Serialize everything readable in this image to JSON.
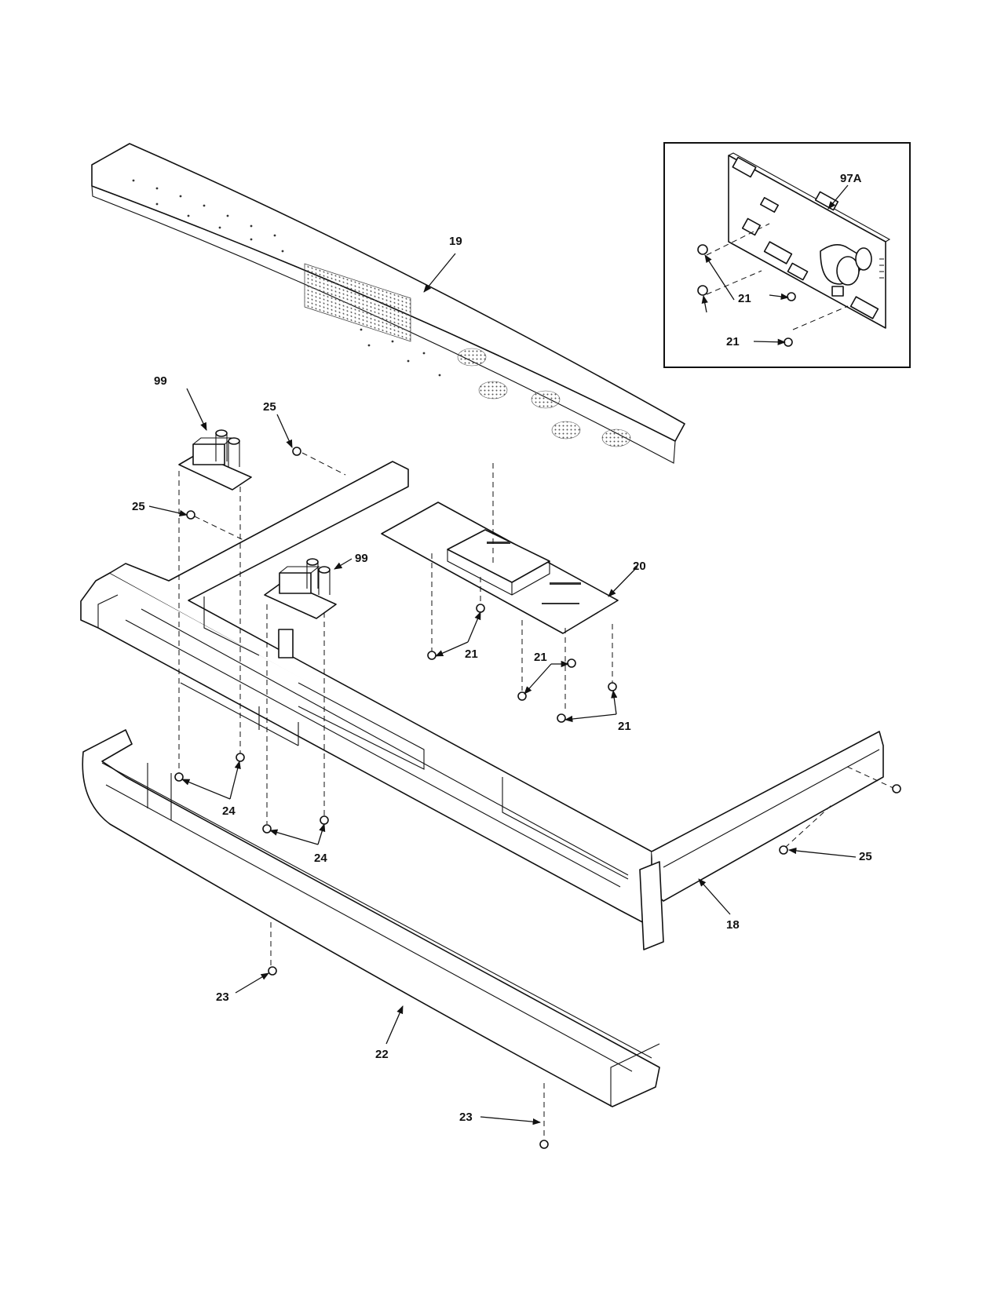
{
  "callouts": {
    "c19": "19",
    "c97a": "97A",
    "c21_inset_a": "21",
    "c21_inset_b": "21",
    "c99_left": "99",
    "c99_mid": "99",
    "c25_top": "25",
    "c25_left": "25",
    "c25_right": "25",
    "c20": "20",
    "c21_a": "21",
    "c21_b": "21",
    "c21_c": "21",
    "c24_a": "24",
    "c24_b": "24",
    "c18": "18",
    "c23_a": "23",
    "c22": "22",
    "c23_b": "23"
  }
}
